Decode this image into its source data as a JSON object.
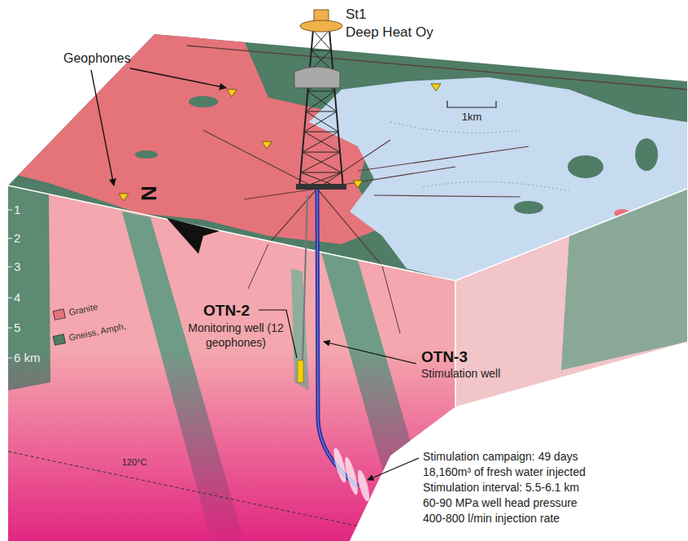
{
  "diagram": {
    "labels": [
      "St1",
      "Deep Heat Oy",
      "Geophones",
      "1km",
      "N",
      "1",
      "2",
      "3",
      "4",
      "5",
      "6 km",
      "OTN-2",
      "Monitoring well (12 geophones)",
      "OTN-3",
      "Stimulation well",
      "Stimulation campaign: 49 days",
      "18,160m³ of fresh water injected",
      "Stimulation interval: 5.5-6.1 km",
      "60-90 MPa well head pressure",
      "400-800 l/min injection rate",
      "120°C"
    ],
    "legend": [
      {
        "text": "Granite",
        "color": "#e5737a"
      },
      {
        "text": "Gneiss, Amph,",
        "color": "#4f7d66"
      }
    ]
  }
}
